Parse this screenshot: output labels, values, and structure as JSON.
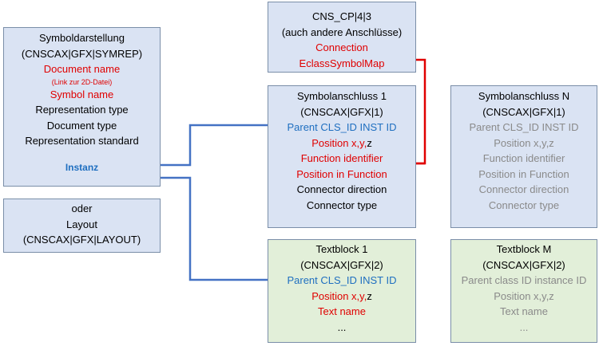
{
  "colors": {
    "box_blue": "#dae3f3",
    "box_green": "#e2efd9",
    "highlight_red": "#e00000",
    "link_blue": "#1f6fc0",
    "arrow_blue": "#4472c4",
    "muted_grey": "#8a8a8a"
  },
  "symboldarstellung": {
    "title": "Symboldarstellung",
    "id": "(CNSCAX|GFX|SYMREP)",
    "document_name": "Document name",
    "document_note": "(Link zur 2D-Datei)",
    "symbol_name": "Symbol name",
    "representation_type": "Representation type",
    "document_type": "Document type",
    "representation_standard": "Representation standard",
    "instanz": "Instanz"
  },
  "layout_box": {
    "oder": "oder",
    "title": "Layout",
    "id": "(CNSCAX|GFX|LAYOUT)"
  },
  "cns_cp": {
    "title": "CNS_CP|4|3",
    "subtitle": "(auch andere Anschlüsse)",
    "connection": "Connection",
    "eclass": "EclassSymbolMap"
  },
  "anschluss1": {
    "title": "Symbolanschluss 1",
    "id": "(CNSCAX|GFX|1)",
    "parent": "Parent CLS_ID INST ID",
    "position": "Position x,y,z",
    "function_identifier": "Function identifier",
    "position_in_function": "Position in Function",
    "connector_direction": "Connector direction",
    "connector_type": "Connector type"
  },
  "anschlussN": {
    "title": "Symbolanschluss N",
    "id": "(CNSCAX|GFX|1)",
    "parent": "Parent CLS_ID INST ID",
    "position": "Position x,y,z",
    "function_identifier": "Function identifier",
    "position_in_function": "Position in Function",
    "connector_direction": "Connector direction",
    "connector_type": "Connector type"
  },
  "textblock1": {
    "title": "Textblock 1",
    "id": "(CNSCAX|GFX|2)",
    "parent": "Parent CLS_ID INST ID",
    "position_xy": "Position x,y,",
    "position_z": "z",
    "text_name": "Text name",
    "ellipsis": "..."
  },
  "textblockM": {
    "title": "Textblock M",
    "id": "(CNSCAX|GFX|2)",
    "parent": "Parent class ID instance ID",
    "position": "Position x,y,z",
    "text_name": "Text name",
    "ellipsis": "..."
  }
}
